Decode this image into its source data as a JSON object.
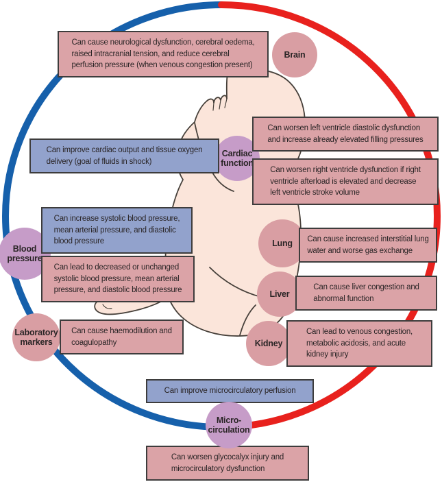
{
  "colors": {
    "positive_box": "#92a2cc",
    "negative_box": "#dba3a7",
    "pink_circle": "#d99ea3",
    "purple_circle": "#c69cc8",
    "arc_blue": "#1660ab",
    "arc_red": "#e8211d",
    "border": "#3d3c3c",
    "baby_fill": "#fbe5da",
    "baby_outline": "#46403a",
    "text": "#2a2526"
  },
  "circles": {
    "brain": "Brain",
    "cardiac": "Cardiac\nfunction",
    "blood_pressure": "Blood\npressure",
    "lung": "Lung",
    "liver": "Liver",
    "kidney": "Kidney",
    "laboratory_markers": "Laboratory\nmarkers",
    "microcirculation": "Micro-\ncirculation"
  },
  "boxes": {
    "brain_negative": "Can cause neurological dysfunction, cerebral oedema,\nraised intracranial tension, and reduce cerebral\nperfusion pressure (when venous congestion present)",
    "cardiac_positive": "Can improve cardiac output and tissue oxygen\ndelivery (goal of fluids in shock)",
    "cardiac_negative_left_ventricle": "Can worsen left ventricle diastolic dysfunction\nand increase already elevated filling pressures",
    "cardiac_negative_right_ventricle": "Can worsen right ventricle dysfunction if right\nventricle afterload is elevated and decrease\nleft ventricle stroke volume",
    "blood_pressure_positive": "Can increase systolic blood pressure,\nmean arterial pressure, and diastolic\nblood pressure",
    "blood_pressure_negative": "Can lead to decreased or unchanged\nsystolic blood pressure, mean arterial\npressure, and diastolic blood pressure",
    "lung_negative": "Can cause increased interstitial lung\nwater and worse gas exchange",
    "liver_negative": "Can cause liver congestion and\nabnormal function",
    "kidney_negative": "Can lead to venous congestion,\nmetabolic acidosis, and acute\nkidney injury",
    "laboratory_negative": "Can cause haemodilution and\ncoagulopathy",
    "microcirculation_positive": "Can improve microcirculatory perfusion",
    "microcirculation_negative": "Can worsen glycocalyx injury and\nmicrocirculatory dysfunction"
  }
}
